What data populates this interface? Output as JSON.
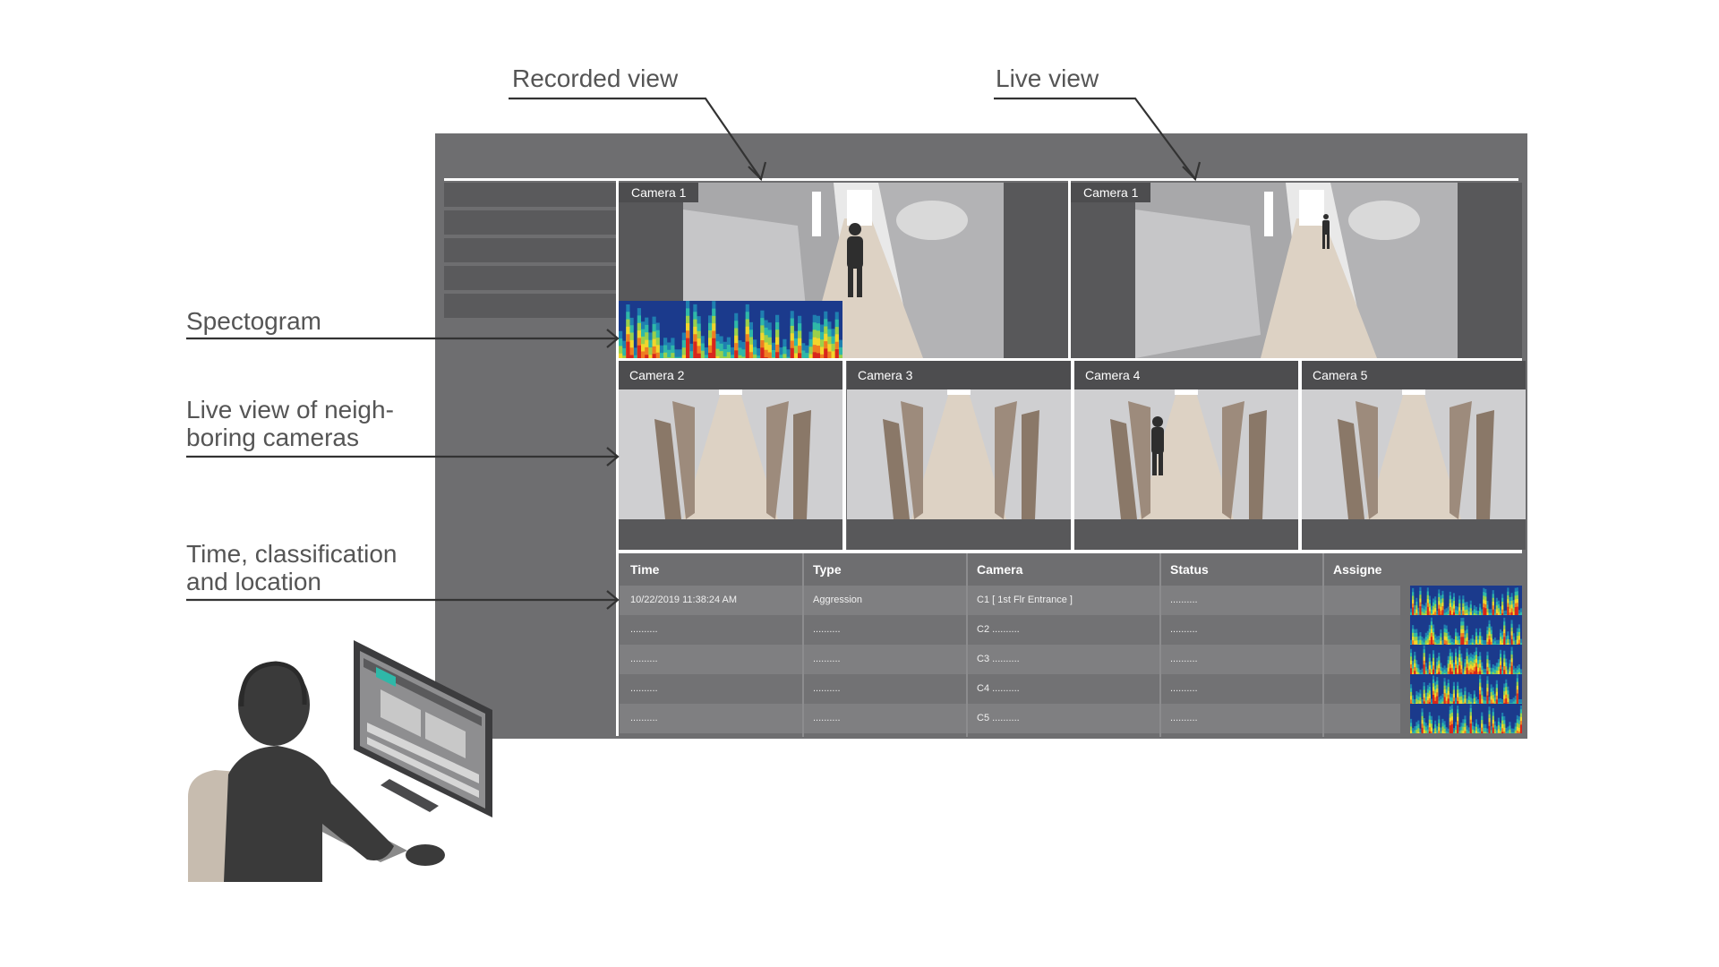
{
  "callouts": {
    "recorded_view": "Recorded view",
    "live_view": "Live view",
    "spectogram": "Spectogram",
    "neighbors_line1": "Live view of neigh-",
    "neighbors_line2": "boring cameras",
    "time_line1": "Time, classification",
    "time_line2": "and location"
  },
  "cameras": {
    "recorded": "Camera 1",
    "live": "Camera 1",
    "neighbors": [
      "Camera 2",
      "Camera 3",
      "Camera 4",
      "Camera 5"
    ]
  },
  "table": {
    "headers": [
      "Time",
      "Type",
      "Camera",
      "Status",
      "Assigne"
    ],
    "rows": [
      [
        "10/22/2019 11:38:24 AM",
        "Aggression",
        "C1 [ 1st Flr Entrance ]",
        "..........",
        ""
      ],
      [
        "..........",
        "..........",
        "C2 ..........",
        "..........",
        ""
      ],
      [
        "..........",
        "..........",
        "C3 ..........",
        "..........",
        ""
      ],
      [
        "..........",
        "..........",
        "C4 ..........",
        "..........",
        ""
      ],
      [
        "..........",
        "..........",
        "C5 ..........",
        "..........",
        ""
      ]
    ]
  },
  "colors": {
    "monitor": "#6e6e70",
    "panel_dark": "#4d4d4f",
    "callout_text": "#555555",
    "spectrum": [
      "#1b3a8c",
      "#1f7fb0",
      "#2fb8a8",
      "#9bd04a",
      "#f2d52c",
      "#ef7d22",
      "#d8261c"
    ]
  }
}
